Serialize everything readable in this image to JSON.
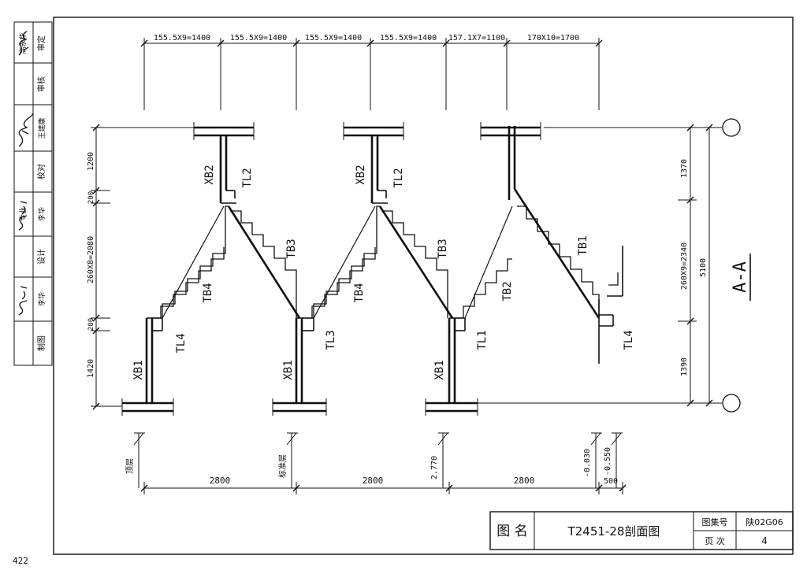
{
  "page_number": "422",
  "title_block": {
    "title_label": "图 名",
    "title": "T2451-28剖面图",
    "atlas_label": "图集号",
    "atlas_value": "陕02G06",
    "page_label": "页 次",
    "page_value": "4"
  },
  "section_label": "A-A",
  "left_strip": {
    "rows": [
      {
        "role": "审定",
        "name": "高永华",
        "signature": "高永华"
      },
      {
        "role": "审核",
        "name": "",
        "signature": ""
      },
      {
        "role": "",
        "name": "王建康",
        "signature": "王建康"
      },
      {
        "role": "校对",
        "name": "",
        "signature": ""
      },
      {
        "role": "专业",
        "name": "李华",
        "signature": "李华"
      },
      {
        "role": "设计",
        "name": "",
        "signature": ""
      },
      {
        "role": "制图",
        "name": "李华",
        "signature": "李华"
      }
    ]
  },
  "top_dimensions": [
    "155.5X9=1400",
    "155.5X9=1400",
    "155.5X9=1400",
    "155.5X9=1400",
    "157.1X7=1100",
    "170X10=1700"
  ],
  "left_dimensions": [
    "1200",
    "200",
    "260X8=2080",
    "200",
    "1420"
  ],
  "right_dimensions": [
    "1370",
    "260X9=2340",
    "1390"
  ],
  "right_total": "5100",
  "bottom_dimensions": [
    "2800",
    "2800",
    "2800",
    "500"
  ],
  "levels": [
    "顶层",
    "标准层",
    "2.770",
    "-0.030",
    "-0.550"
  ],
  "members": {
    "xb2_a": "XB2",
    "tl2_a": "TL2",
    "tb3_a": "TB3",
    "tb4_a": "TB4",
    "tl4_a": "TL4",
    "xb1_a": "XB1",
    "xb2_b": "XB2",
    "tl2_b": "TL2",
    "tb3_b": "TB3",
    "tb4_b": "TB4",
    "tl3": "TL3",
    "xb1_b": "XB1",
    "tb1": "TB1",
    "tb2": "TB2",
    "tl1": "TL1",
    "xb1_c": "XB1",
    "tl4_b": "TL4"
  }
}
